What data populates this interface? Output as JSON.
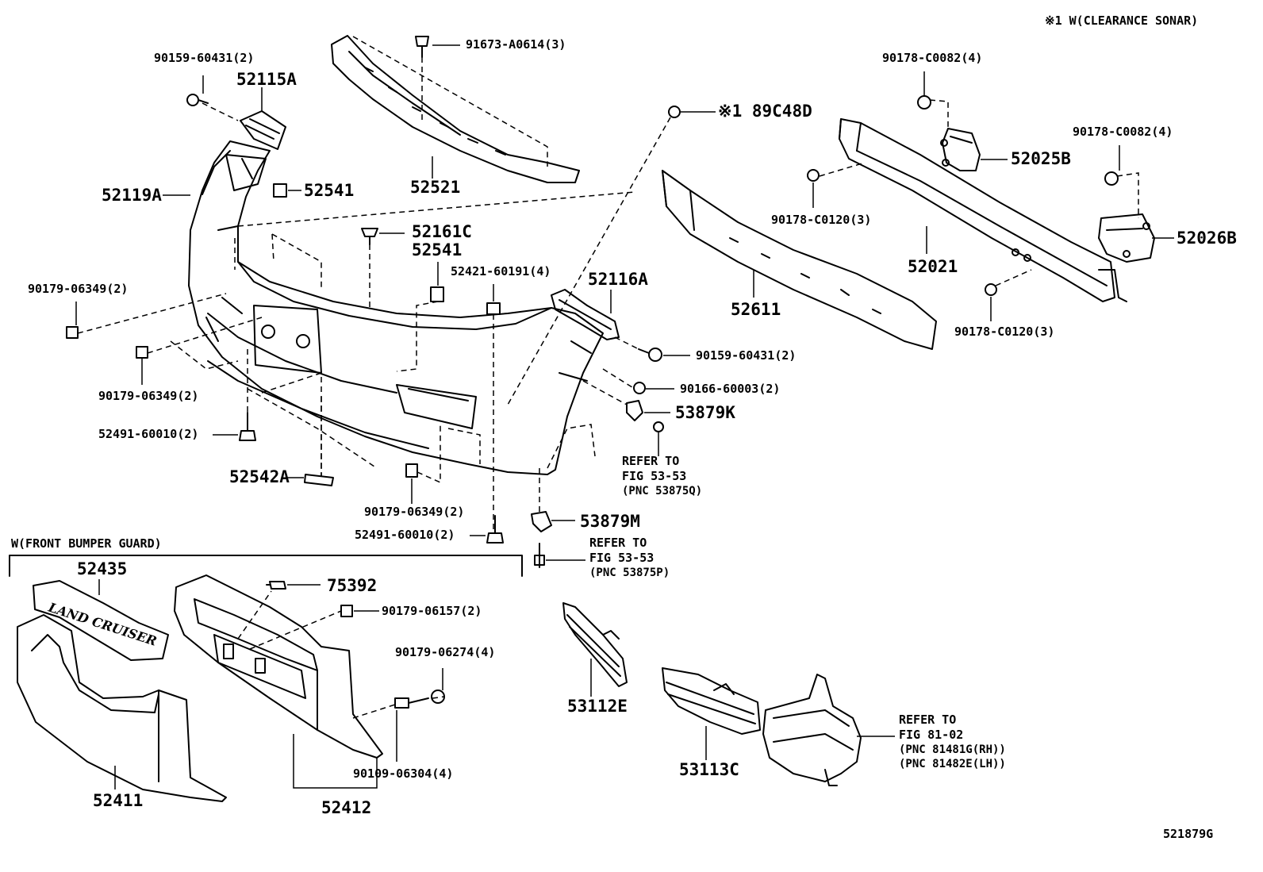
{
  "note_top_right": "※1 W(CLEARANCE SONAR)",
  "section_label": "W(FRONT BUMPER GUARD)",
  "illustration_id": "521879G",
  "parts": {
    "p_90159_60431_tl": "90159-60431(2)",
    "p_52115A": "52115A",
    "p_91673_A0614": "91673-A0614(3)",
    "p_52521": "52521",
    "p_52119A": "52119A",
    "p_52541_a": "52541",
    "p_52161C": "52161C",
    "p_52541_b": "52541",
    "p_52421_60191": "52421-60191(4)",
    "p_52116A": "52116A",
    "p_89C48D": "※1 89C48D",
    "p_90178_C0082_a": "90178-C0082(4)",
    "p_52025B": "52025B",
    "p_90178_C0082_b": "90178-C0082(4)",
    "p_90178_C0120_a": "90178-C0120(3)",
    "p_52021": "52021",
    "p_52026B": "52026B",
    "p_52611": "52611",
    "p_90178_C0120_b": "90178-C0120(3)",
    "p_90179_06349_a": "90179-06349(2)",
    "p_90179_06349_b": "90179-06349(2)",
    "p_90159_60431_r": "90159-60431(2)",
    "p_90166_60003": "90166-60003(2)",
    "p_53879K": "53879K",
    "p_52491_60010_a": "52491-60010(2)",
    "p_52542A": "52542A",
    "p_90179_06349_c": "90179-06349(2)",
    "p_52491_60010_b": "52491-60010(2)",
    "p_53879M": "53879M",
    "p_52435": "52435",
    "p_75392": "75392",
    "p_90179_06157": "90179-06157(2)",
    "p_90179_06274": "90179-06274(4)",
    "p_90109_06304": "90109-06304(4)",
    "p_52411": "52411",
    "p_52412": "52412",
    "p_53112E": "53112E",
    "p_53113C": "53113C"
  },
  "refs": {
    "ref1": {
      "l1": "REFER TO",
      "l2": "FIG 53-53",
      "l3": "(PNC 53875Q)"
    },
    "ref2": {
      "l1": "REFER TO",
      "l2": "FIG 53-53",
      "l3": "(PNC 53875P)"
    },
    "ref3": {
      "l1": "REFER TO",
      "l2": "FIG 81-02",
      "l3": "(PNC 81481G(RH))",
      "l4": "(PNC 81482E(LH))"
    }
  },
  "emblem_text": "LAND CRUISER"
}
